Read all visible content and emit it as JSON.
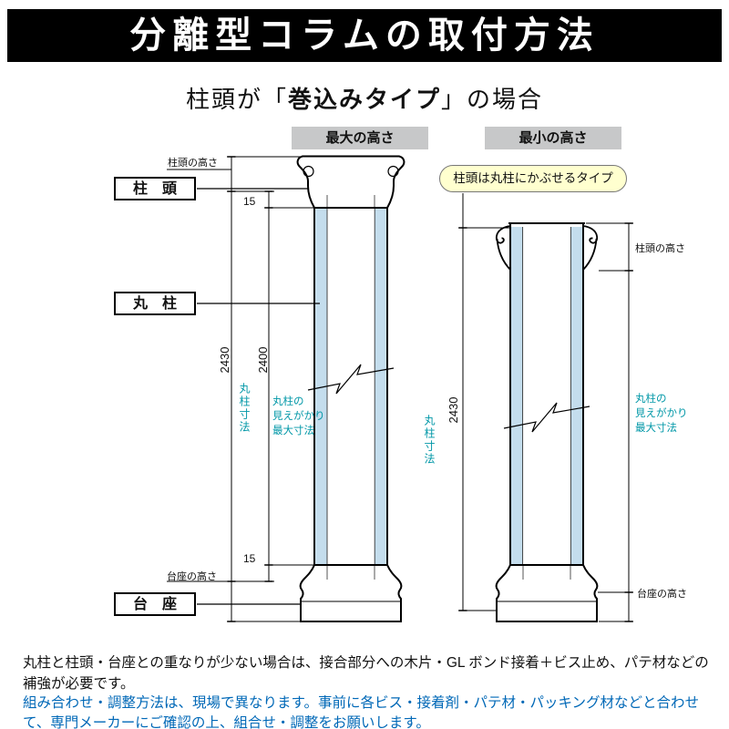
{
  "title": "分離型コラムの取付方法",
  "subtitle": {
    "pre": "柱頭が「",
    "bold": "巻込みタイプ",
    "post": "」の場合"
  },
  "diagram": {
    "labels": {
      "capital": "柱　頭",
      "column": "丸　柱",
      "base": "台　座"
    },
    "left": {
      "header": "最大の高さ",
      "capital_height_label": "柱頭の高さ",
      "base_height_label": "台座の高さ",
      "total": "2430",
      "shaft_visible": "2400",
      "overlap_top": "15",
      "overlap_bottom": "15",
      "column_dim_label": "丸柱寸法",
      "visible_lines": [
        "丸柱の",
        "見えがかり",
        "最大寸法"
      ]
    },
    "right": {
      "header": "最小の高さ",
      "callout": "柱頭は丸柱にかぶせるタイプ",
      "capital_height_label": "柱頭の高さ",
      "base_height_label": "台座の高さ",
      "total": "2430",
      "column_dim_label": "丸柱寸法",
      "visible_lines": [
        "丸柱の",
        "見えがかり",
        "最大寸法"
      ]
    }
  },
  "footer": {
    "reinforcement_note": "丸柱と柱頭・台座との重なりが少ない場合は、接合部分への木片・GL ボンド接着＋ビス止め、パテ材などの補強が必要です。",
    "adjustment_note": "組み合わせ・調整方法は、現場で異なります。事前に各ビス・接着剤・パテ材・パッキング材などと合わせて、専門メーカーにご確認の上、組合せ・調整をお願いします。"
  },
  "colors": {
    "title_bg": "#000000",
    "accent_teal": "#0097a7",
    "strip_blue": "#c4dded",
    "chip_gray": "#c7c8c9",
    "callout_yellow": "#ffffcf",
    "note_blue": "#0068b7"
  }
}
